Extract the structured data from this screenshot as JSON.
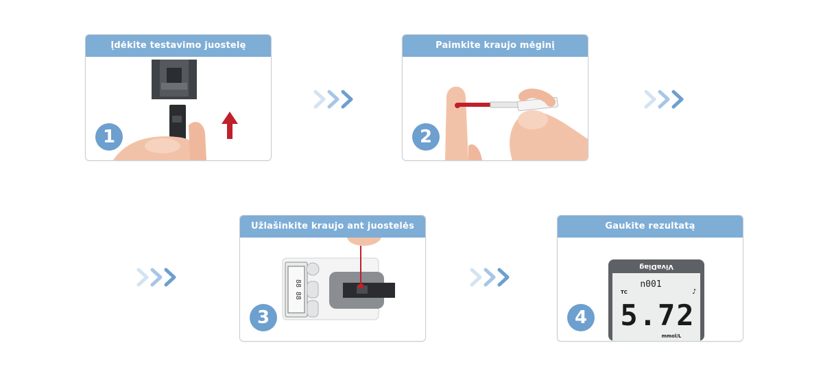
{
  "steps": [
    {
      "number": "1",
      "title": "Įdėkite testavimo juostelę"
    },
    {
      "number": "2",
      "title": "Paimkite kraujo mėginį"
    },
    {
      "number": "3",
      "title": "Užlašinkite kraujo ant juostelės"
    },
    {
      "number": "4",
      "title": "Gaukite rezultatą"
    }
  ],
  "meter": {
    "brand": "VivaDiag",
    "memory": "n001",
    "mode": "TC",
    "reading": "5.72",
    "unit": "mmol/L"
  },
  "colors": {
    "header": "#7eadd6",
    "badge": "#6d9fcf",
    "chevron_light": "#cfe0f1",
    "chevron_dark": "#6d9fcf",
    "arrow_red": "#c0202a",
    "skin": "#f2c2a8"
  },
  "icons": [
    "chevron-arrows-icon",
    "up-arrow-icon"
  ]
}
